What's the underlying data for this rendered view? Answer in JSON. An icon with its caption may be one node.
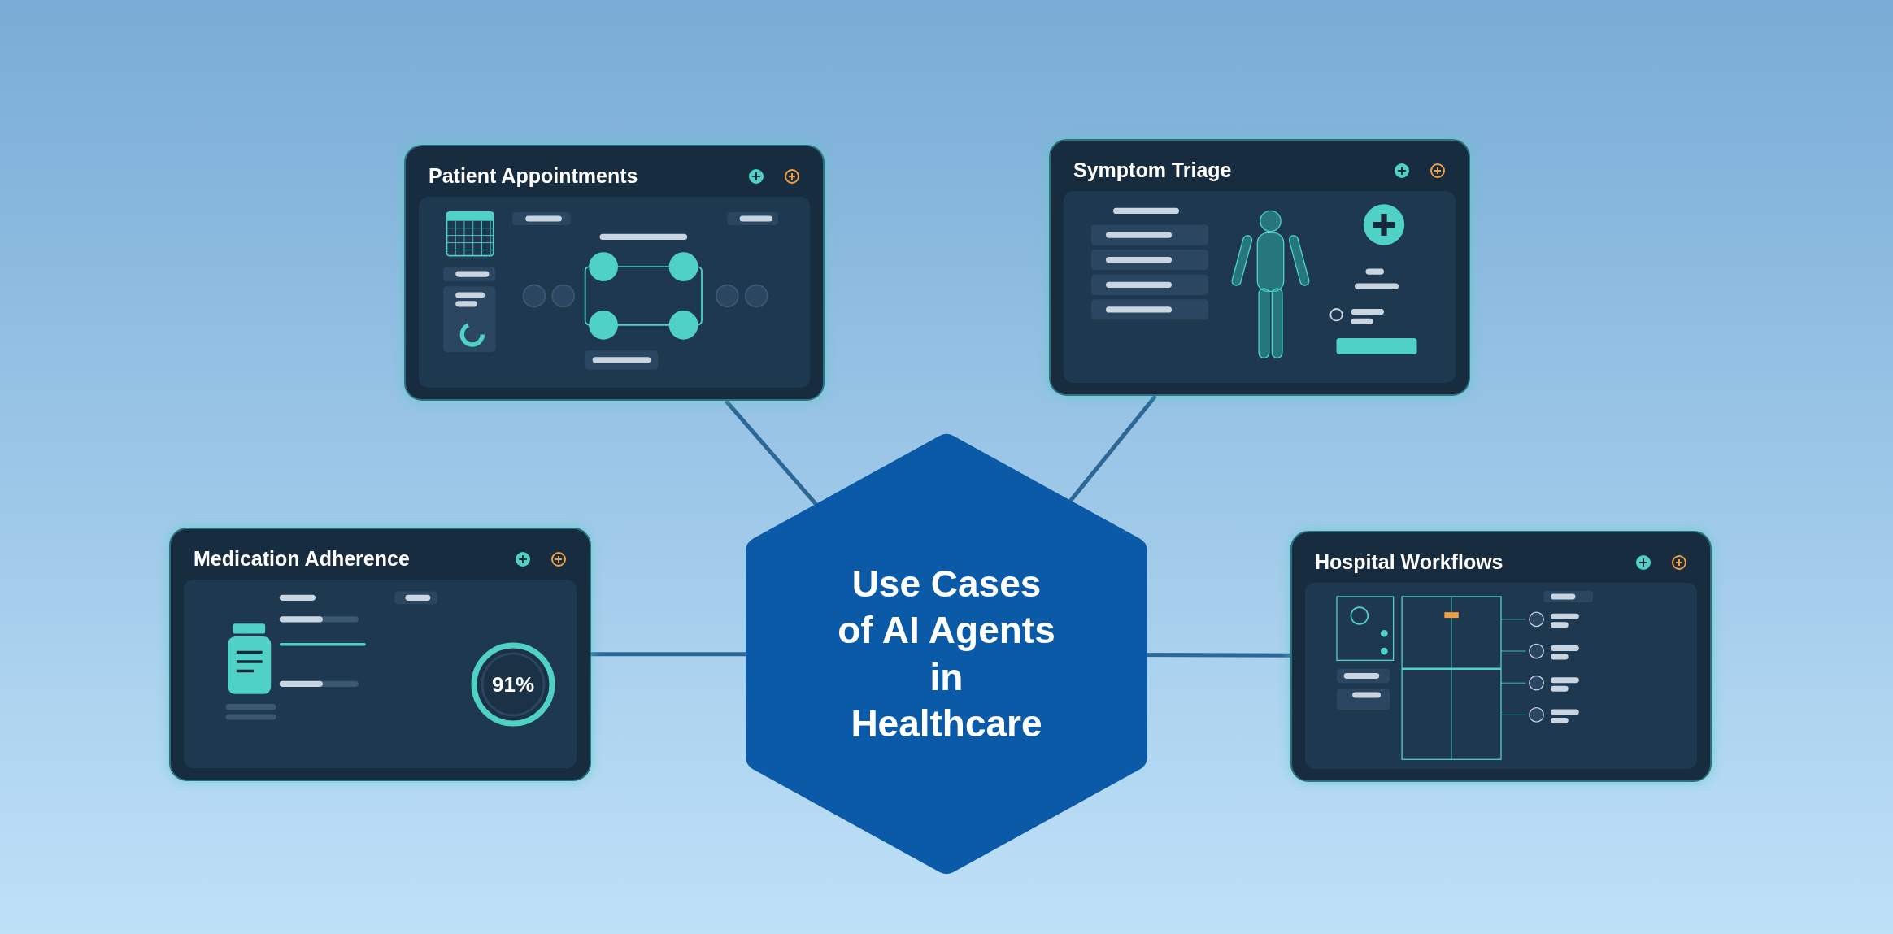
{
  "diagram": {
    "nodes": [
      {
        "text": [
          "Patient Appointments"
        ]
      },
      {
        "text": [
          "Symptom Triage"
        ]
      },
      {
        "text": [
          "Medication Adherence"
        ]
      },
      {
        "text": [
          "Use Cases of AI Agents in Healthcare"
        ]
      },
      {
        "text": [
          "Hospital Workflows"
        ]
      }
    ],
    "edges": [
      {
        "from": 3,
        "to": 0,
        "arrow": "none"
      },
      {
        "from": 3,
        "to": 1,
        "arrow": "none"
      },
      {
        "from": 3,
        "to": 2,
        "arrow": "none"
      },
      {
        "from": 3,
        "to": 4,
        "arrow": "none"
      }
    ],
    "labels": [
      "91%"
    ]
  }
}
